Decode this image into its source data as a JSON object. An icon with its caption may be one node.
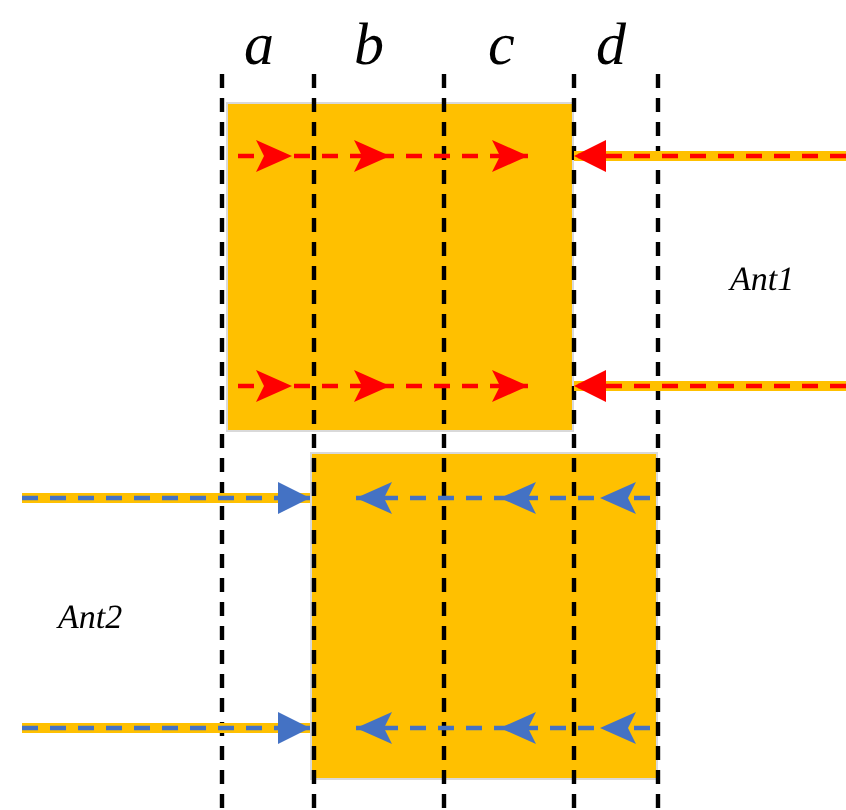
{
  "diagram": {
    "nodes": [
      {
        "text": [],
        "shape": "box"
      },
      {
        "text": [],
        "shape": "box"
      }
    ],
    "edges": [
      {
        "from": null,
        "to": 0,
        "arrow": "to",
        "style": "dashed",
        "color": "#ff0000"
      },
      {
        "from": null,
        "to": 0,
        "arrow": "to",
        "style": "dashed",
        "color": "#ff0000"
      },
      {
        "from": null,
        "to": 1,
        "arrow": "to",
        "style": "dashed",
        "color": "#4472c4"
      },
      {
        "from": null,
        "to": 1,
        "arrow": "to",
        "style": "dashed",
        "color": "#4472c4"
      }
    ],
    "labels": [
      "a",
      "b",
      "c",
      "d",
      "Ant1",
      "Ant2"
    ]
  }
}
